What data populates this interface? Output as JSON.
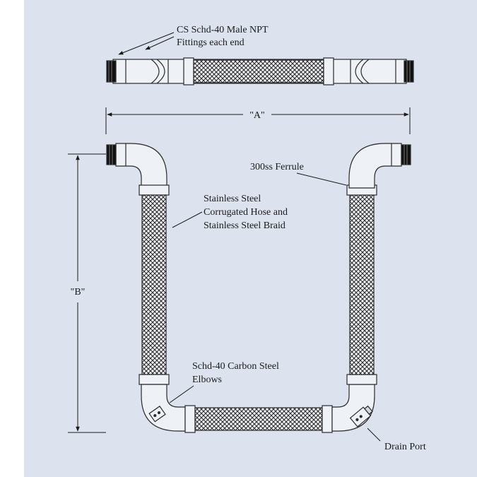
{
  "labels": {
    "fittings_line1": "CS Schd-40 Male NPT",
    "fittings_line2": "Fittings each end",
    "dim_a": "\"A\"",
    "dim_b": "\"B\"",
    "ferrule": "300ss Ferrule",
    "hose_line1": "Stainless Steel",
    "hose_line2": "Corrugated Hose and",
    "hose_line3": "Stainless Steel Braid",
    "elbows_line1": "Schd-40  Carbon Steel",
    "elbows_line2": "Elbows",
    "drain": "Drain Port"
  },
  "colors": {
    "background": "#dde3ee",
    "pipe_fill": "#eef1f6",
    "line": "#2a2a2a",
    "thread": "#111111"
  }
}
